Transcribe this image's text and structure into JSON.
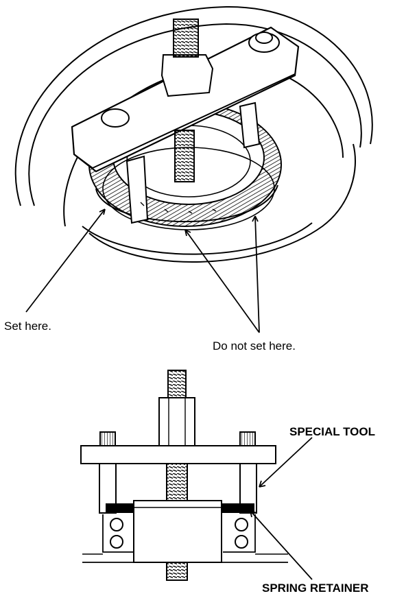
{
  "top_figure": {
    "labels": {
      "set_here": "Set here.",
      "do_not_set_here": "Do not set here."
    }
  },
  "bottom_figure": {
    "labels": {
      "special_tool": "SPECIAL TOOL",
      "spring_retainer": "SPRING RETAINER"
    }
  }
}
